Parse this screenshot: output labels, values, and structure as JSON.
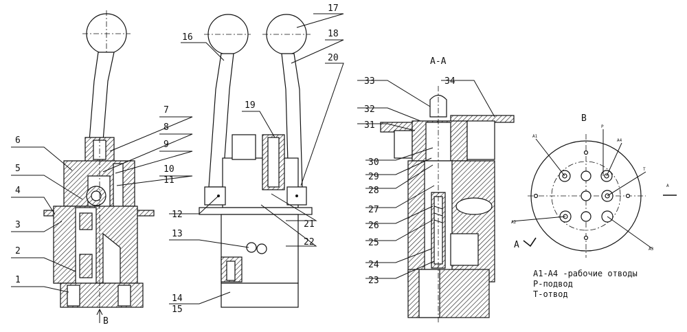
{
  "callouts": [
    "1",
    "2",
    "3",
    "4",
    "5",
    "6",
    "7",
    "8",
    "9",
    "10",
    "11",
    "12",
    "13",
    "14",
    "15",
    "16",
    "17",
    "18",
    "19",
    "20",
    "21",
    "22",
    "23",
    "24",
    "25",
    "26",
    "27",
    "28",
    "29",
    "30",
    "31",
    "32",
    "33",
    "34"
  ],
  "section_label": "A-A",
  "view_label": "B",
  "view_arrow_label": "B",
  "section_arrow_label": "A",
  "port_labels": {
    "a1": "A1",
    "a2": "A2",
    "a3": "A3",
    "a4": "A4",
    "p": "P",
    "t": "T"
  },
  "legend": {
    "line1": "A1-A4 -рабочие отводы",
    "line2": "P-подвод",
    "line3": "T-отвод"
  }
}
